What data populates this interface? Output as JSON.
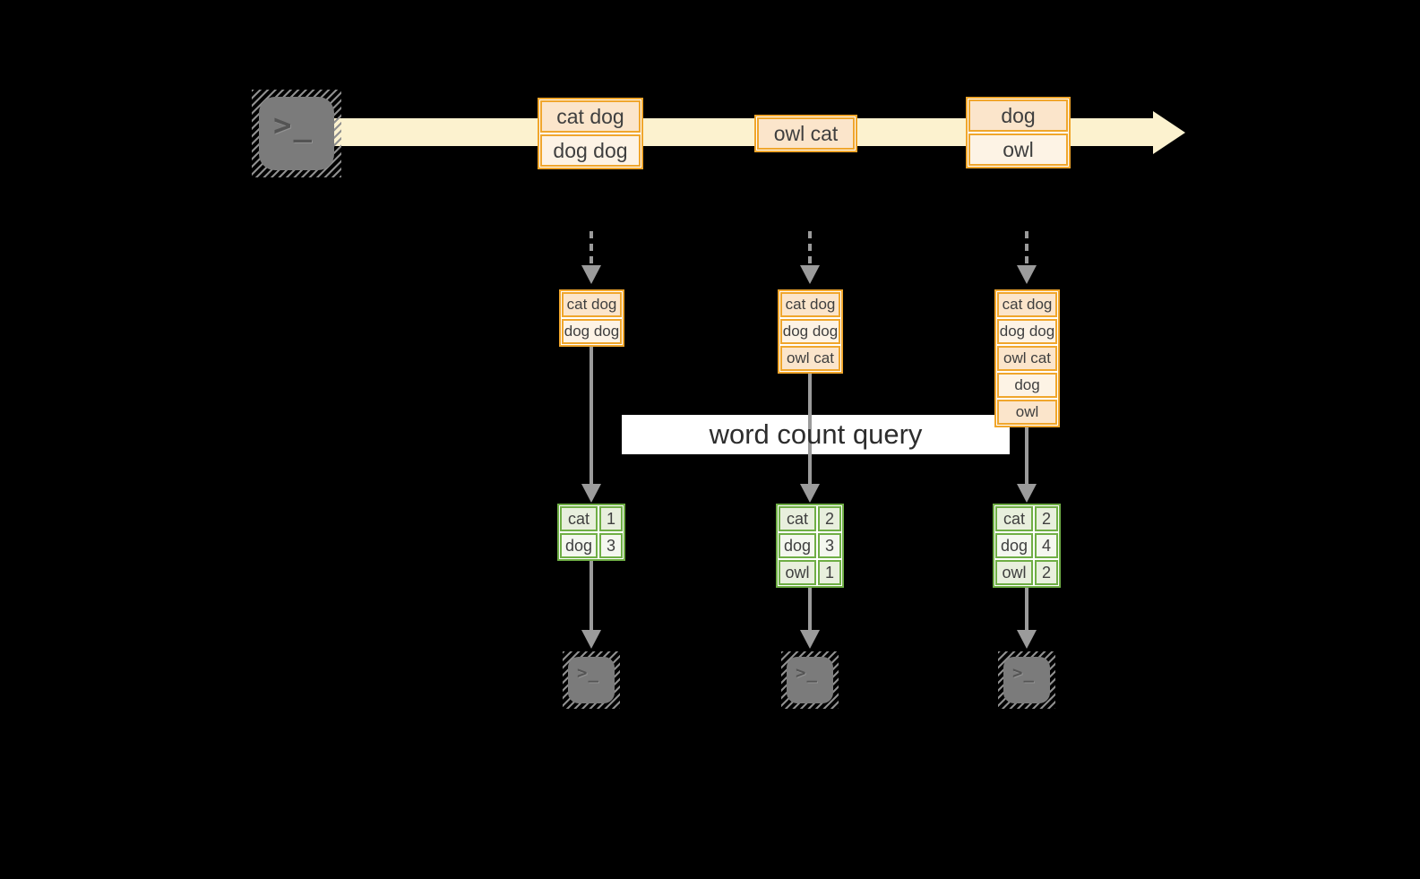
{
  "banner": {
    "label": "word count query"
  },
  "terminal": {
    "glyph": ">_"
  },
  "stream": {
    "events": [
      {
        "lines": [
          "cat dog",
          "dog dog"
        ]
      },
      {
        "lines": [
          "owl cat"
        ]
      },
      {
        "lines": [
          "dog",
          "owl"
        ]
      }
    ]
  },
  "columns": [
    {
      "buffer": [
        "cat dog",
        "dog dog"
      ],
      "counts": [
        {
          "word": "cat",
          "count": "1"
        },
        {
          "word": "dog",
          "count": "3"
        }
      ]
    },
    {
      "buffer": [
        "cat dog",
        "dog dog",
        "owl cat"
      ],
      "counts": [
        {
          "word": "cat",
          "count": "2"
        },
        {
          "word": "dog",
          "count": "3"
        },
        {
          "word": "owl",
          "count": "1"
        }
      ]
    },
    {
      "buffer": [
        "cat dog",
        "dog dog",
        "owl cat",
        "dog",
        "owl"
      ],
      "counts": [
        {
          "word": "cat",
          "count": "2"
        },
        {
          "word": "dog",
          "count": "4"
        },
        {
          "word": "owl",
          "count": "2"
        }
      ]
    }
  ],
  "colors": {
    "accent_orange": "#f0a62c",
    "fill_peach": "#fbe5cb",
    "fill_cream": "#fdf3e5",
    "accent_green": "#6fae45",
    "fill_green": "#e8efdd",
    "fill_green_light": "#f4f7ef",
    "stream_fill": "#fcf2cf",
    "arrow_gray": "#9b9b9b"
  }
}
